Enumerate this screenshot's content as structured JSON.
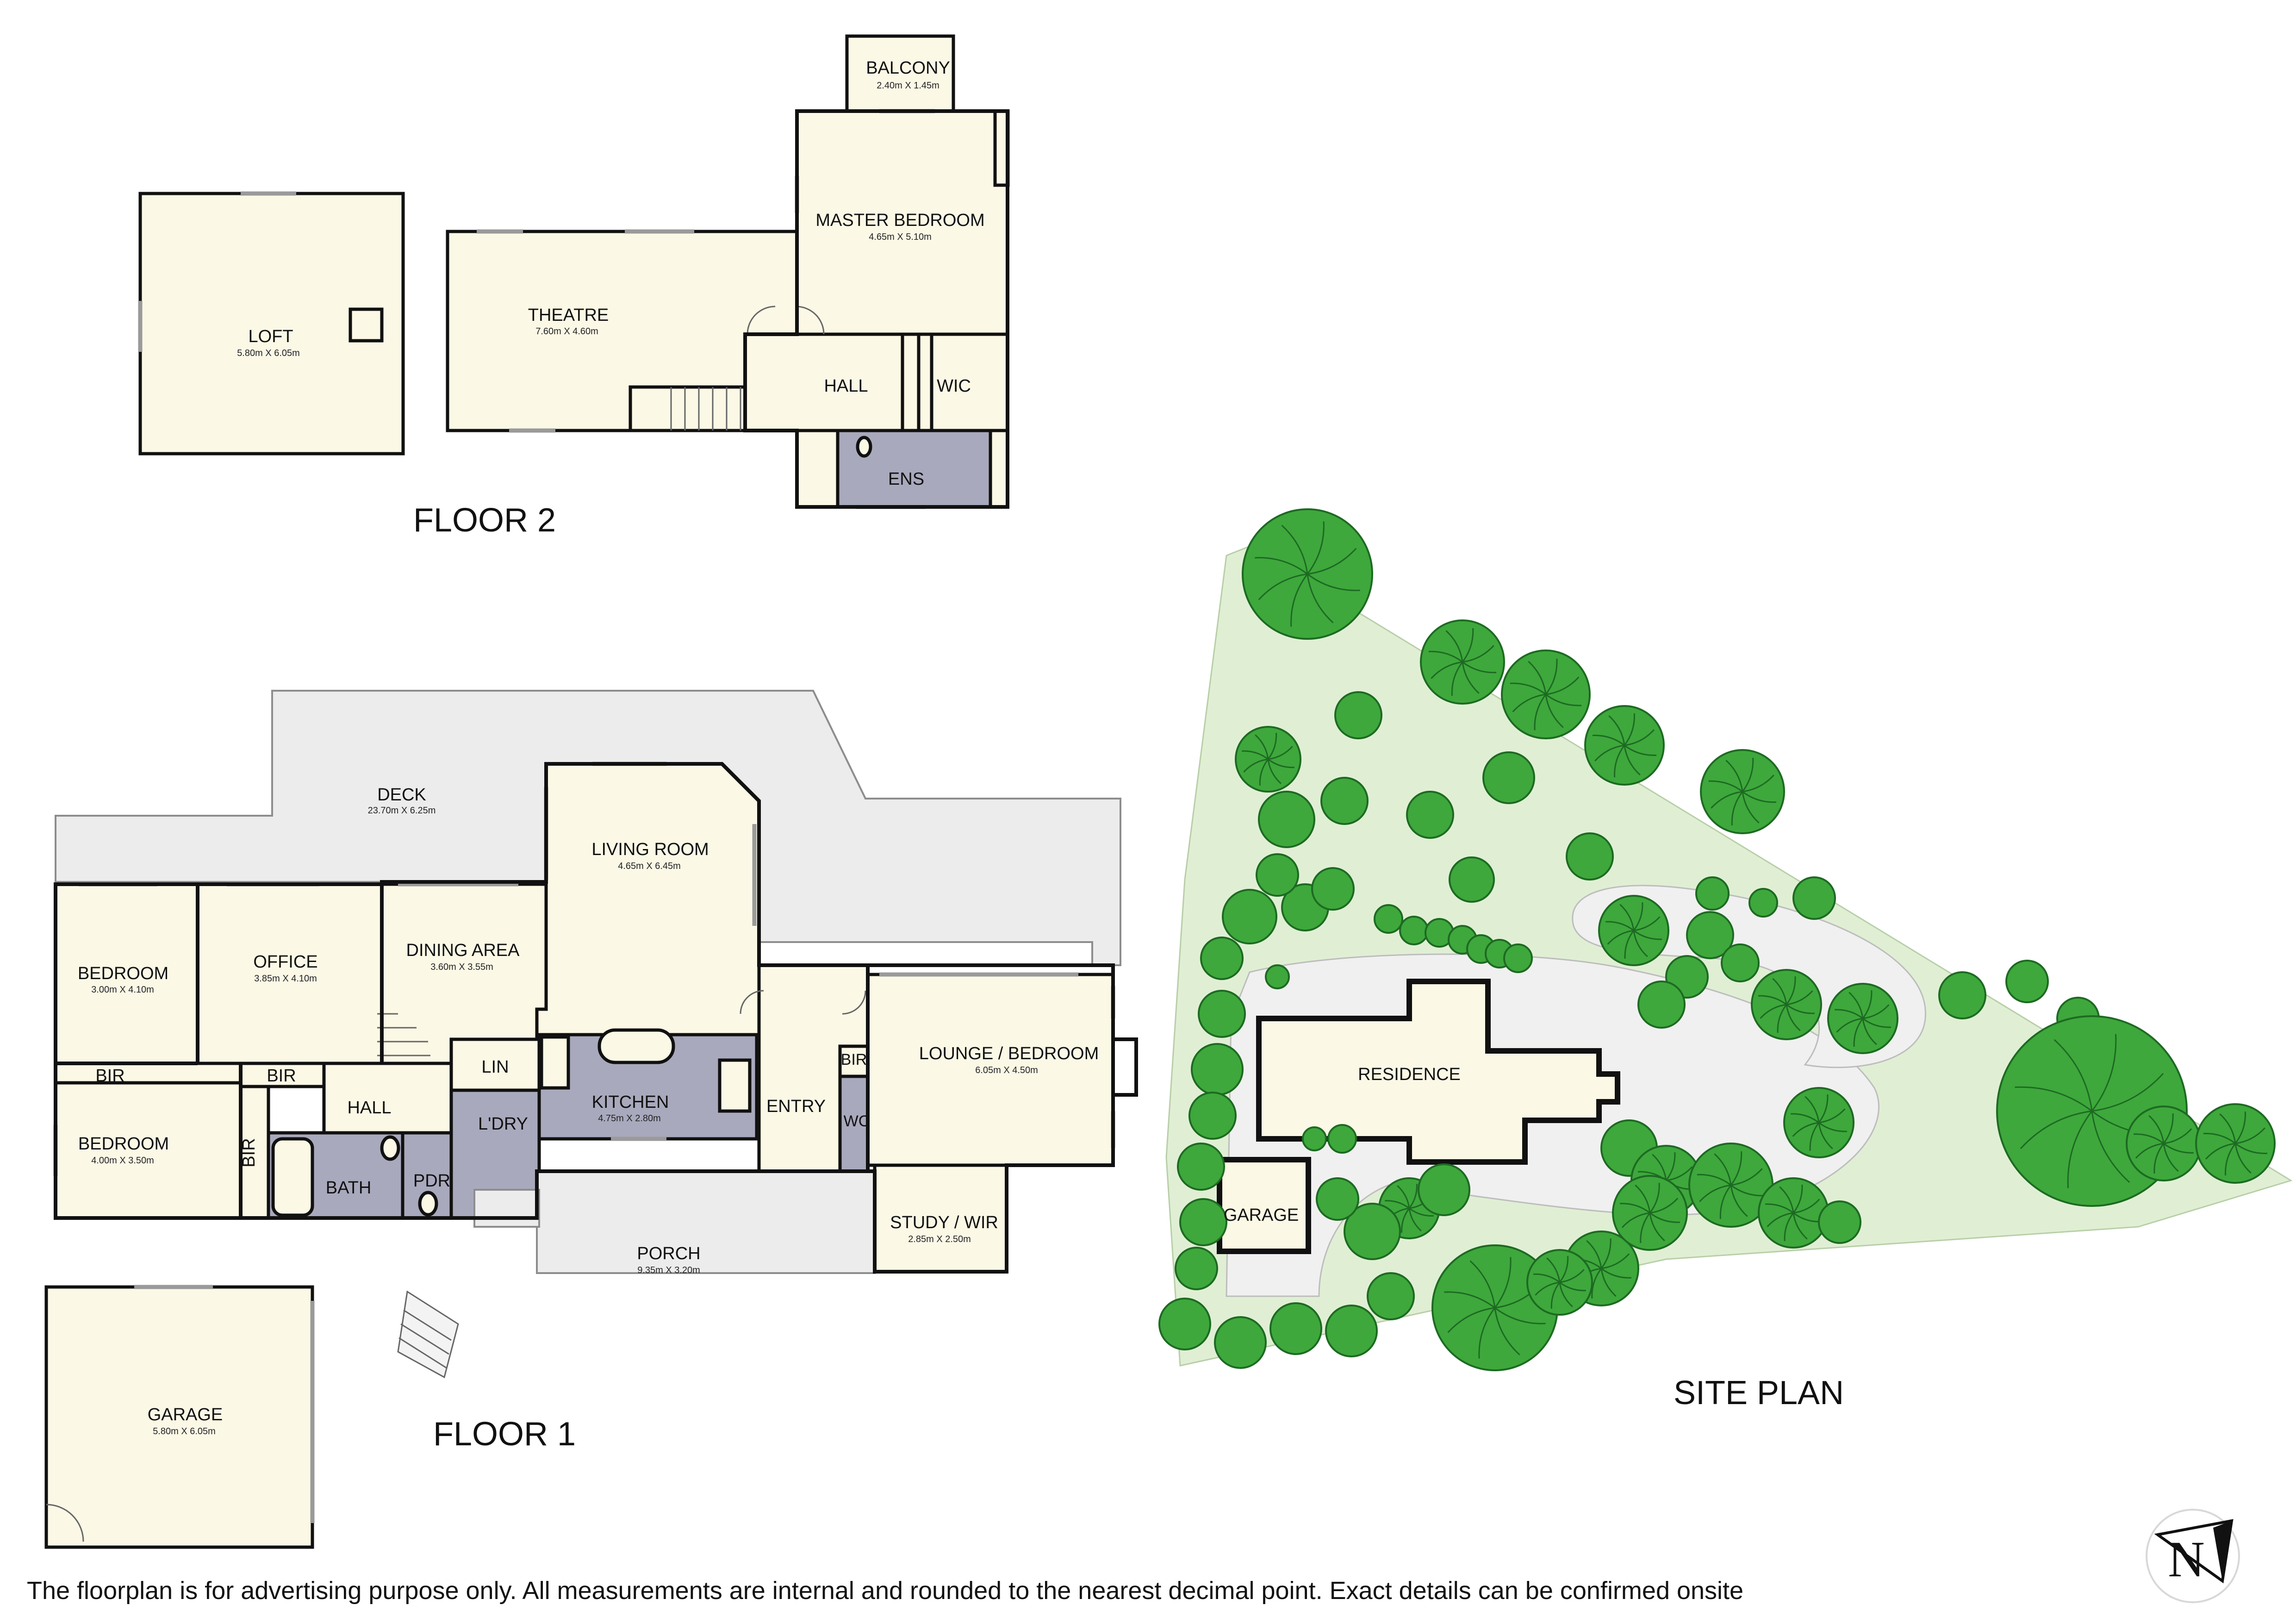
{
  "floor2": {
    "heading": "FLOOR 2",
    "rooms": {
      "balcony": {
        "name": "BALCONY",
        "size": "2.40m X 1.45m"
      },
      "master_bedroom": {
        "name": "MASTER BEDROOM",
        "size": "4.65m X 5.10m"
      },
      "loft": {
        "name": "LOFT",
        "size": "5.80m X 6.05m"
      },
      "theatre": {
        "name": "THEATRE",
        "size": "7.60m X 4.60m"
      },
      "hall": {
        "name": "HALL"
      },
      "wic": {
        "name": "WIC"
      },
      "ens": {
        "name": "ENS"
      }
    }
  },
  "floor1": {
    "heading": "FLOOR 1",
    "rooms": {
      "deck": {
        "name": "DECK",
        "size": "23.70m X 6.25m"
      },
      "living_room": {
        "name": "LIVING ROOM",
        "size": "4.65m X 6.45m"
      },
      "bedroom1": {
        "name": "BEDROOM",
        "size": "3.00m X 4.10m"
      },
      "office": {
        "name": "OFFICE",
        "size": "3.85m X 4.10m"
      },
      "dining_area": {
        "name": "DINING AREA",
        "size": "3.60m X 3.55m"
      },
      "bir1": {
        "name": "BIR"
      },
      "bir2": {
        "name": "BIR"
      },
      "bir3": {
        "name": "BIR"
      },
      "bir4": {
        "name": "BIR"
      },
      "lin": {
        "name": "LIN"
      },
      "kitchen": {
        "name": "KITCHEN",
        "size": "4.75m X 2.80m"
      },
      "entry": {
        "name": "ENTRY"
      },
      "lounge_bedroom": {
        "name": "LOUNGE / BEDROOM",
        "size": "6.05m X 4.50m"
      },
      "bedroom2": {
        "name": "BEDROOM",
        "size": "4.00m X 3.50m"
      },
      "hall": {
        "name": "HALL"
      },
      "ldry": {
        "name": "L'DRY"
      },
      "wc": {
        "name": "WC"
      },
      "bath": {
        "name": "BATH"
      },
      "pdr": {
        "name": "PDR"
      },
      "study": {
        "name": "STUDY / WIR",
        "size": "2.85m X 2.50m"
      },
      "porch": {
        "name": "PORCH",
        "size": "9.35m X 3.20m"
      },
      "garage": {
        "name": "GARAGE",
        "size": "5.80m X 6.05m"
      }
    }
  },
  "site_plan": {
    "heading": "SITE PLAN",
    "residence": "RESIDENCE",
    "garage": "GARAGE"
  },
  "disclaimer": "The floorplan is for advertising purpose only. All measurements are internal and rounded to the nearest decimal point. Exact details can be confirmed onsite",
  "north_letter": "N",
  "colors": {
    "room_fill": "#fbf8e6",
    "wet_area": "#a9a9bd",
    "deck": "#ececec",
    "tree": "#3ea83c",
    "lawn": "#e0efd4"
  }
}
